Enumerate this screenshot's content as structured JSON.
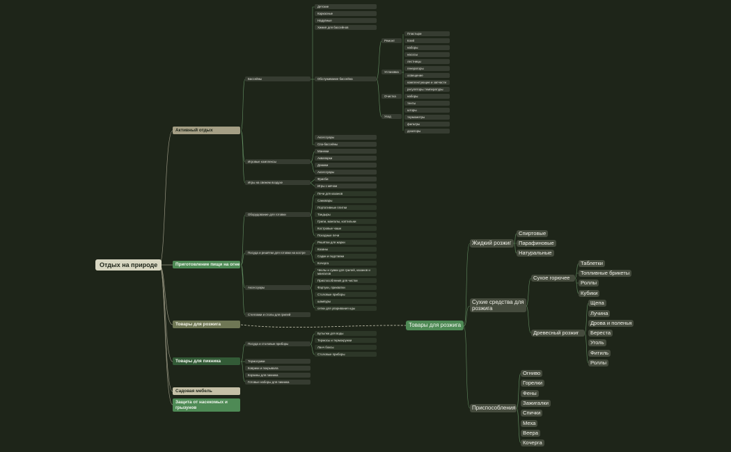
{
  "map": {
    "root": "Отдых на природе",
    "categories": {
      "active": "Активный отдых",
      "cooking": "Приготовление пищи на огне",
      "fire_goods": "Товары для розжига",
      "picnic": "Товары для пикника",
      "garden": "Садовая мебель",
      "insects": "Защита от насекомых и грызунов"
    },
    "pools": {
      "label": "Бассейны",
      "items": [
        "Детские",
        "Каркасные",
        "Надувные",
        "Химия для бассейнов"
      ],
      "service": "Обслуживание бассейна",
      "repair": {
        "label": "Ремонт",
        "items": [
          "Пластыри",
          "Клей",
          "наборы"
        ]
      },
      "install": {
        "label": "Установка",
        "items": [
          "насосы",
          "лестницы",
          "генераторы",
          "освещение",
          "комплектующие и запчасти",
          "регуляторы температуры"
        ]
      },
      "clean": {
        "label": "Очистка",
        "items": [
          "наборы"
        ]
      },
      "care": {
        "label": "Уход",
        "items": [
          "тенты",
          "шторы",
          "термометры",
          "фильтры",
          "дозаторы"
        ]
      },
      "tail": [
        "Аксессуары",
        "Спа-бассейны"
      ]
    },
    "play": {
      "label": "Игровые комплексы",
      "items": [
        "Манежи",
        "Аквапарки",
        "Домики",
        "Аксессуары"
      ]
    },
    "outdoor_games": {
      "label": "Игры на свежем воздухе",
      "items": [
        "Фрисби",
        "Игры с мячом"
      ]
    },
    "cook": {
      "equipment": {
        "label": "Оборудование для готовки",
        "items": [
          "Печи для казанов",
          "Самовары",
          "Портативные плитки",
          "Тандыры",
          "Грили, мангалы, коптильни",
          "Костровые чаши",
          "Походные печи"
        ]
      },
      "dishes": {
        "label": "Посуда и решётки для готовки на костре",
        "items": [
          "Решётки для жарки",
          "Казаны",
          "Садки и подставки",
          "Кочерга"
        ]
      },
      "accessories": {
        "label": "Аксессуары",
        "items": [
          "Чехлы и сумки для грилей, казанов и мангалов",
          "Приспособления для чистки",
          "Фартуки, прихватки",
          "Столовые приборы",
          "шампуры",
          "сетки для упаривания еды"
        ]
      },
      "tables": "Стеллажи и столы для грилей"
    },
    "picnic": {
      "dishes": {
        "label": "Посуда и столовые приборы",
        "items": [
          "Бутылки для воды",
          "Термосы и термокружки",
          "Ланч боксы",
          "Столовые приборы"
        ]
      },
      "items": [
        "Термосумки",
        "Коврики и покрывала",
        "Корзины для пикника",
        "Готовые наборы для пикника"
      ]
    },
    "fire": {
      "hub": "Товары для розжига",
      "liquid": {
        "label": "Жидкий розжиг",
        "items": [
          "Спиртовые",
          "Парафиновые",
          "Натуральные"
        ]
      },
      "dry": {
        "label": "Сухие средства для розжига",
        "fuel": {
          "label": "Сухое горючее",
          "items": [
            "Таблетки",
            "Топливные брикеты",
            "Роллы",
            "Кубики"
          ]
        },
        "wood": {
          "label": "Древесный розжиг",
          "items": [
            "Щепа",
            "Лучина",
            "Дрова и поленья",
            "Береста",
            "Уголь",
            "Фитиль",
            "Роллы"
          ]
        }
      },
      "tools": {
        "label": "Приспособления",
        "items": [
          "Огниво",
          "Горелки",
          "Фены",
          "Зажигалки",
          "Спички",
          "Меха",
          "Веера",
          "Кочерга"
        ]
      }
    }
  }
}
